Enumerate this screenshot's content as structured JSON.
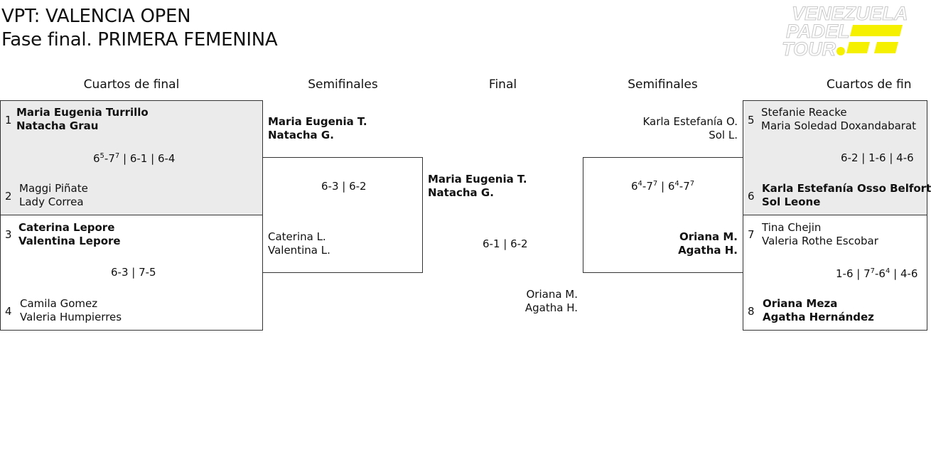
{
  "header": {
    "title_line1": "VPT: VALENCIA OPEN",
    "title_line2": "Fase final. PRIMERA FEMENINA"
  },
  "logo": {
    "line1": "VENEZUELA",
    "line2": "PADEL",
    "line3": "TOUR",
    "accent_color": "#f5f000"
  },
  "rounds": {
    "qf_left": "Cuartos de final",
    "sf_left": "Semifinales",
    "final": "Final",
    "sf_right": "Semifinales",
    "qf_right": "Cuartos de fin"
  },
  "qf_left": [
    {
      "seed1": "1",
      "p1a": "Maria Eugenia Turrillo",
      "p1b": "Natacha Grau",
      "seed2": "2",
      "p2a": "Maggi Piñate",
      "p2b": "Lady Correa",
      "score": [
        {
          "a": "6",
          "as": "5",
          "b": "7",
          "bs": "7"
        },
        {
          "t": " | 6-1 | 6-4"
        }
      ]
    },
    {
      "seed1": "3",
      "p1a": "Caterina Lepore",
      "p1b": "Valentina Lepore",
      "seed2": "4",
      "p2a": "Camila Gomez",
      "p2b": "Valeria Humpierres",
      "score": "6-3 | 7-5"
    }
  ],
  "sf_left": {
    "p1a": "Maria Eugenia T.",
    "p1b": "Natacha G.",
    "score": "6-3 | 6-2",
    "p2a": "Caterina L.",
    "p2b": "Valentina L."
  },
  "final": {
    "p1a": "Maria Eugenia T.",
    "p1b": "Natacha G.",
    "score": "6-1 | 6-2",
    "p2a": "Oriana M.",
    "p2b": "Agatha H."
  },
  "sf_right": {
    "p1a": "Karla Estefanía O.",
    "p1b": "Sol L.",
    "score_text": "64-77 | 64-77",
    "p2a": "Oriana M.",
    "p2b": "Agatha H."
  },
  "qf_right": [
    {
      "seed1": "5",
      "p1a": "Stefanie Reacke",
      "p1b": "Maria Soledad Doxandabarat",
      "seed2": "6",
      "p2a": "Karla Estefanía Osso Belfort",
      "p2b": "Sol Leone",
      "score": "6-2 | 1-6 | 4-6"
    },
    {
      "seed1": "7",
      "p1a": "Tina Chejin",
      "p1b": "Valeria Rothe Escobar",
      "seed2": "8",
      "p2a": "Oriana Meza",
      "p2b": "Agatha Hernández",
      "score_text": "1-6 | 77-64 | 4-6"
    }
  ]
}
